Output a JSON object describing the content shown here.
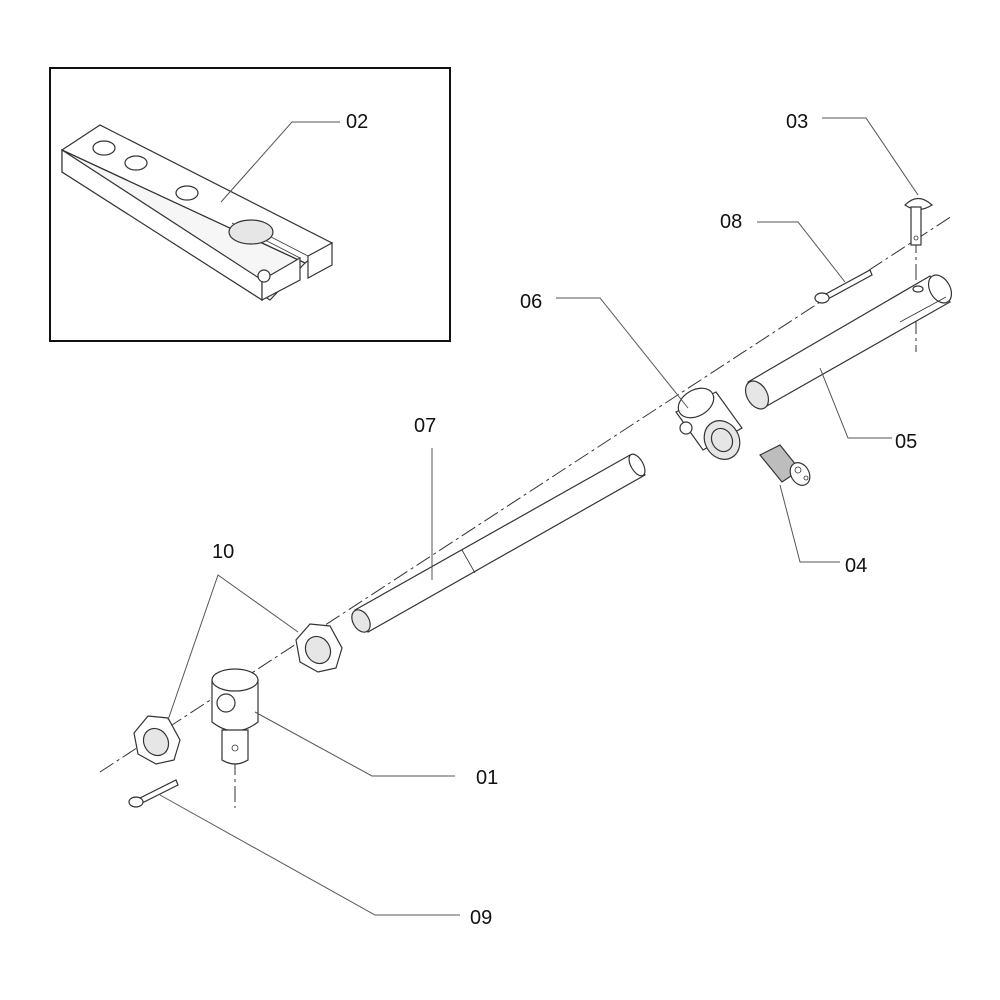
{
  "diagram": {
    "type": "exploded-parts-diagram",
    "inset": {
      "present": true,
      "callout": "02"
    },
    "parts": [
      {
        "id": "p01",
        "label": "01"
      },
      {
        "id": "p02",
        "label": "02"
      },
      {
        "id": "p03",
        "label": "03"
      },
      {
        "id": "p04",
        "label": "04"
      },
      {
        "id": "p05",
        "label": "05"
      },
      {
        "id": "p06",
        "label": "06"
      },
      {
        "id": "p07",
        "label": "07"
      },
      {
        "id": "p08",
        "label": "08"
      },
      {
        "id": "p09",
        "label": "09"
      },
      {
        "id": "p10",
        "label": "10"
      }
    ],
    "colors": {
      "line": "#333333",
      "background": "#ffffff",
      "shading": "#e6e6e6"
    }
  }
}
